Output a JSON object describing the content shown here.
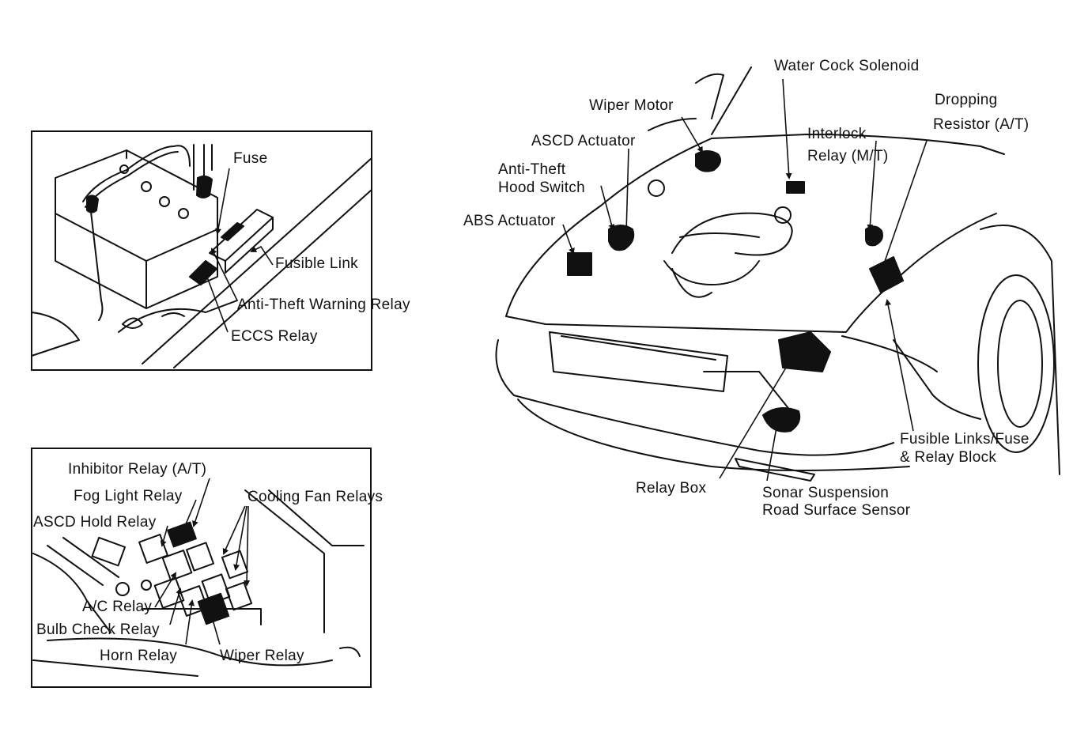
{
  "battery_inset": {
    "labels": {
      "fuse": "Fuse",
      "fusible_link": "Fusible Link",
      "anti_theft_warning_relay": "Anti-Theft Warning Relay",
      "eccs_relay": "ECCS Relay"
    }
  },
  "relay_inset": {
    "labels": {
      "inhibitor_relay": "Inhibitor Relay (A/T)",
      "fog_light_relay": "Fog Light Relay",
      "cooling_fan_relays": "Cooling Fan Relays",
      "ascd_hold_relay": "ASCD Hold Relay",
      "ac_relay": "A/C Relay",
      "bulb_check_relay": "Bulb Check Relay",
      "horn_relay": "Horn Relay",
      "wiper_relay": "Wiper Relay"
    }
  },
  "vehicle_view": {
    "labels": {
      "water_cock_solenoid": "Water Cock Solenoid",
      "wiper_motor": "Wiper Motor",
      "dropping_resistor_line1": "Dropping",
      "dropping_resistor_line2": "Resistor (A/T)",
      "interlock_relay_line1": "Interlock",
      "interlock_relay_line2": "Relay (M/T)",
      "ascd_actuator": "ASCD Actuator",
      "anti_theft_hood_switch_line1": "Anti-Theft",
      "anti_theft_hood_switch_line2": "Hood Switch",
      "abs_actuator": "ABS Actuator",
      "relay_box": "Relay Box",
      "sonar_sensor_line1": "Sonar Suspension",
      "sonar_sensor_line2": "Road Surface Sensor",
      "fusible_links_block_line1": "Fusible Links/Fuse",
      "fusible_links_block_line2": "& Relay Block"
    }
  }
}
